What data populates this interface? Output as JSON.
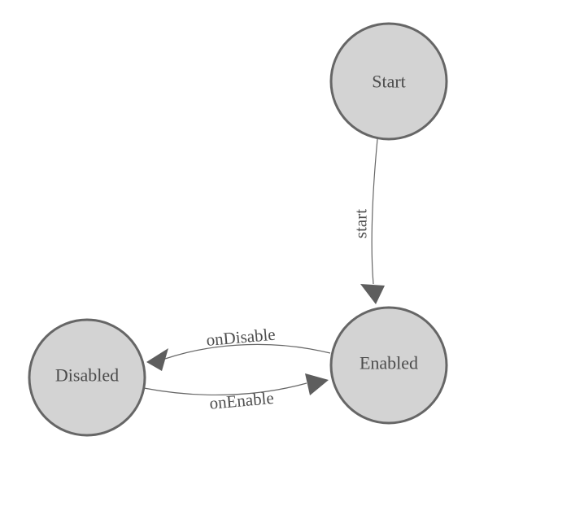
{
  "diagram": {
    "kind": "state-machine",
    "colors": {
      "background": "#ffffff",
      "node_fill": "#d3d3d3",
      "node_stroke": "#666666",
      "edge_stroke": "#666666",
      "arrow_fill": "#5e5e5e",
      "label_text": "#4c4c4c"
    },
    "nodes": [
      {
        "id": "start",
        "label": "Start"
      },
      {
        "id": "enabled",
        "label": "Enabled"
      },
      {
        "id": "disabled",
        "label": "Disabled"
      }
    ],
    "edges": [
      {
        "id": "start-transition",
        "from": "Start",
        "to": "Enabled",
        "label": "start"
      },
      {
        "id": "on-disable",
        "from": "Enabled",
        "to": "Disabled",
        "label": "onDisable"
      },
      {
        "id": "on-enable",
        "from": "Disabled",
        "to": "Enabled",
        "label": "onEnable"
      }
    ]
  }
}
